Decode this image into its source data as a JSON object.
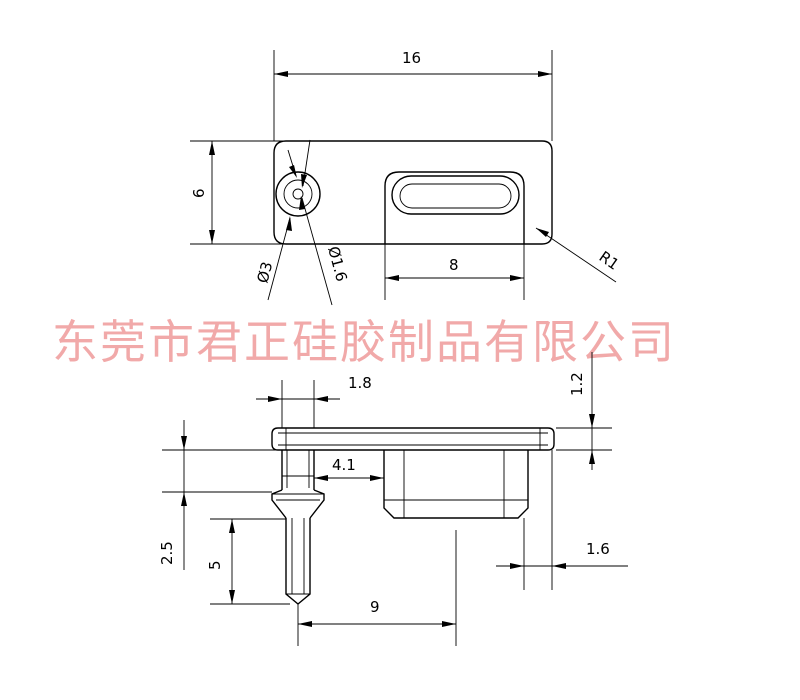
{
  "watermark": "东莞市君正硅胶制品有限公司",
  "dimensions": {
    "top_width": "16",
    "top_height": "6",
    "slot_length": "8",
    "hole_outer": "Ø3",
    "hole_inner": "Ø1.6",
    "corner_radius": "R1",
    "pin_width": "1.8",
    "plate_thickness": "1.2",
    "pin_offset": "4.1",
    "neck_height": "2.5",
    "pin_length": "5",
    "boss_offset": "9",
    "boss_gap": "1.6"
  }
}
